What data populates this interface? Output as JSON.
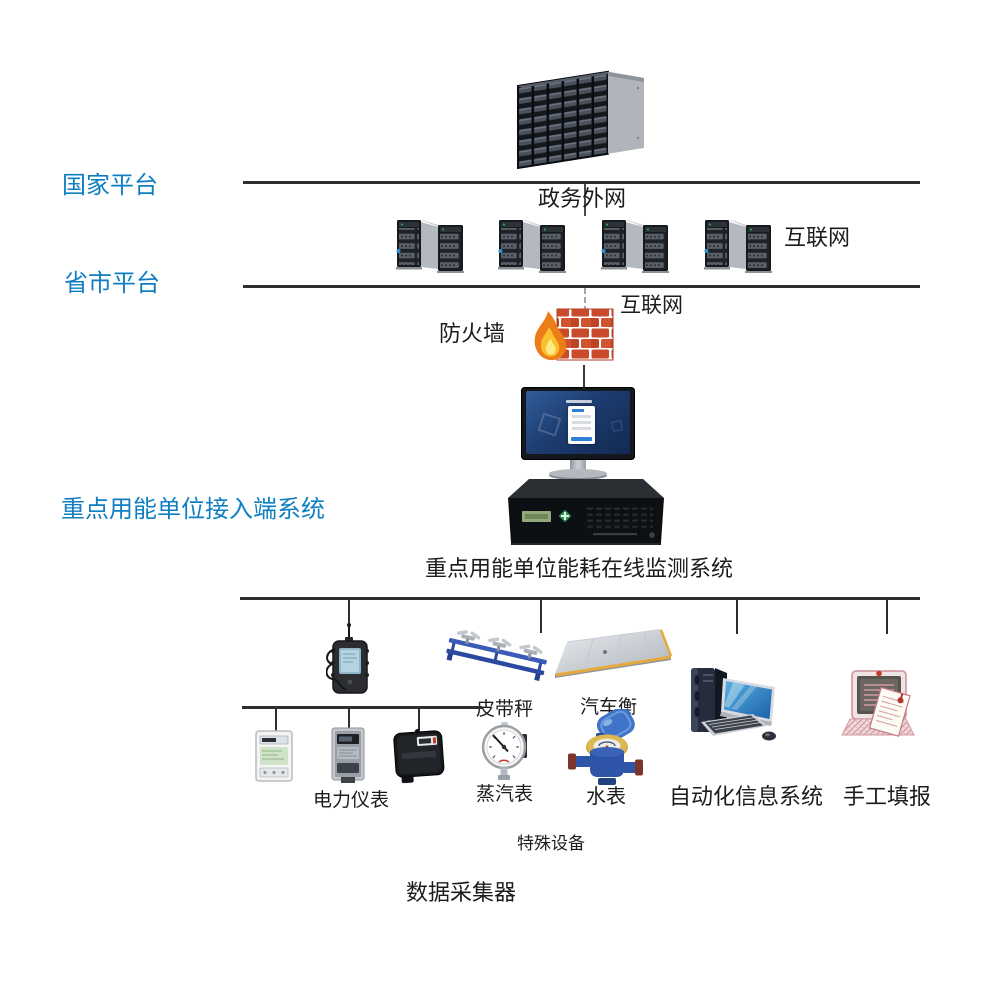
{
  "colors": {
    "accent_blue": "#0f7ec2",
    "line_dark": "#2e2e2e",
    "firewall_brick": "#c94b2c",
    "flame_orange": "#ed7d18",
    "flame_yellow": "#fbc02d"
  },
  "platforms": {
    "national": "国家平台",
    "provincial": "省市平台",
    "enterprise": "重点用能单位接入端系统"
  },
  "network": {
    "gov_extranet": "政务外网",
    "internet_top": "互联网",
    "internet_mid": "互联网",
    "firewall": "防火墙"
  },
  "system": {
    "monitoring_title": "重点用能单位能耗在线监测系统",
    "data_collector": "数据采集器",
    "special_equipment": "特殊设备"
  },
  "devices": {
    "power_meters": "电力仪表",
    "belt_scale": "皮带秤",
    "truck_scale": "汽车衡",
    "steam_meter": "蒸汽表",
    "water_meter": "水表",
    "automation_system": "自动化信息系统",
    "manual_entry": "手工填报"
  },
  "icons": {
    "server_rack_cluster": "server-rack-cluster-icon",
    "server_tower_pair": "server-tower-pair-icon",
    "firewall": "firewall-brick-flame-icon",
    "monitor_login": "monitor-login-screen-icon",
    "collector_server_box": "collector-server-box-icon",
    "handheld_collector": "handheld-data-collector-icon",
    "belt_scale": "belt-scale-icon",
    "truck_scale": "truck-scale-icon",
    "power_meter_white": "power-meter-white-icon",
    "power_meter_gray": "power-meter-gray-icon",
    "power_meter_black": "power-meter-black-icon",
    "steam_gauge": "steam-pressure-gauge-icon",
    "water_meter": "water-meter-icon",
    "desktop_computer": "desktop-computer-icon",
    "manual_report": "manual-report-papers-icon"
  }
}
